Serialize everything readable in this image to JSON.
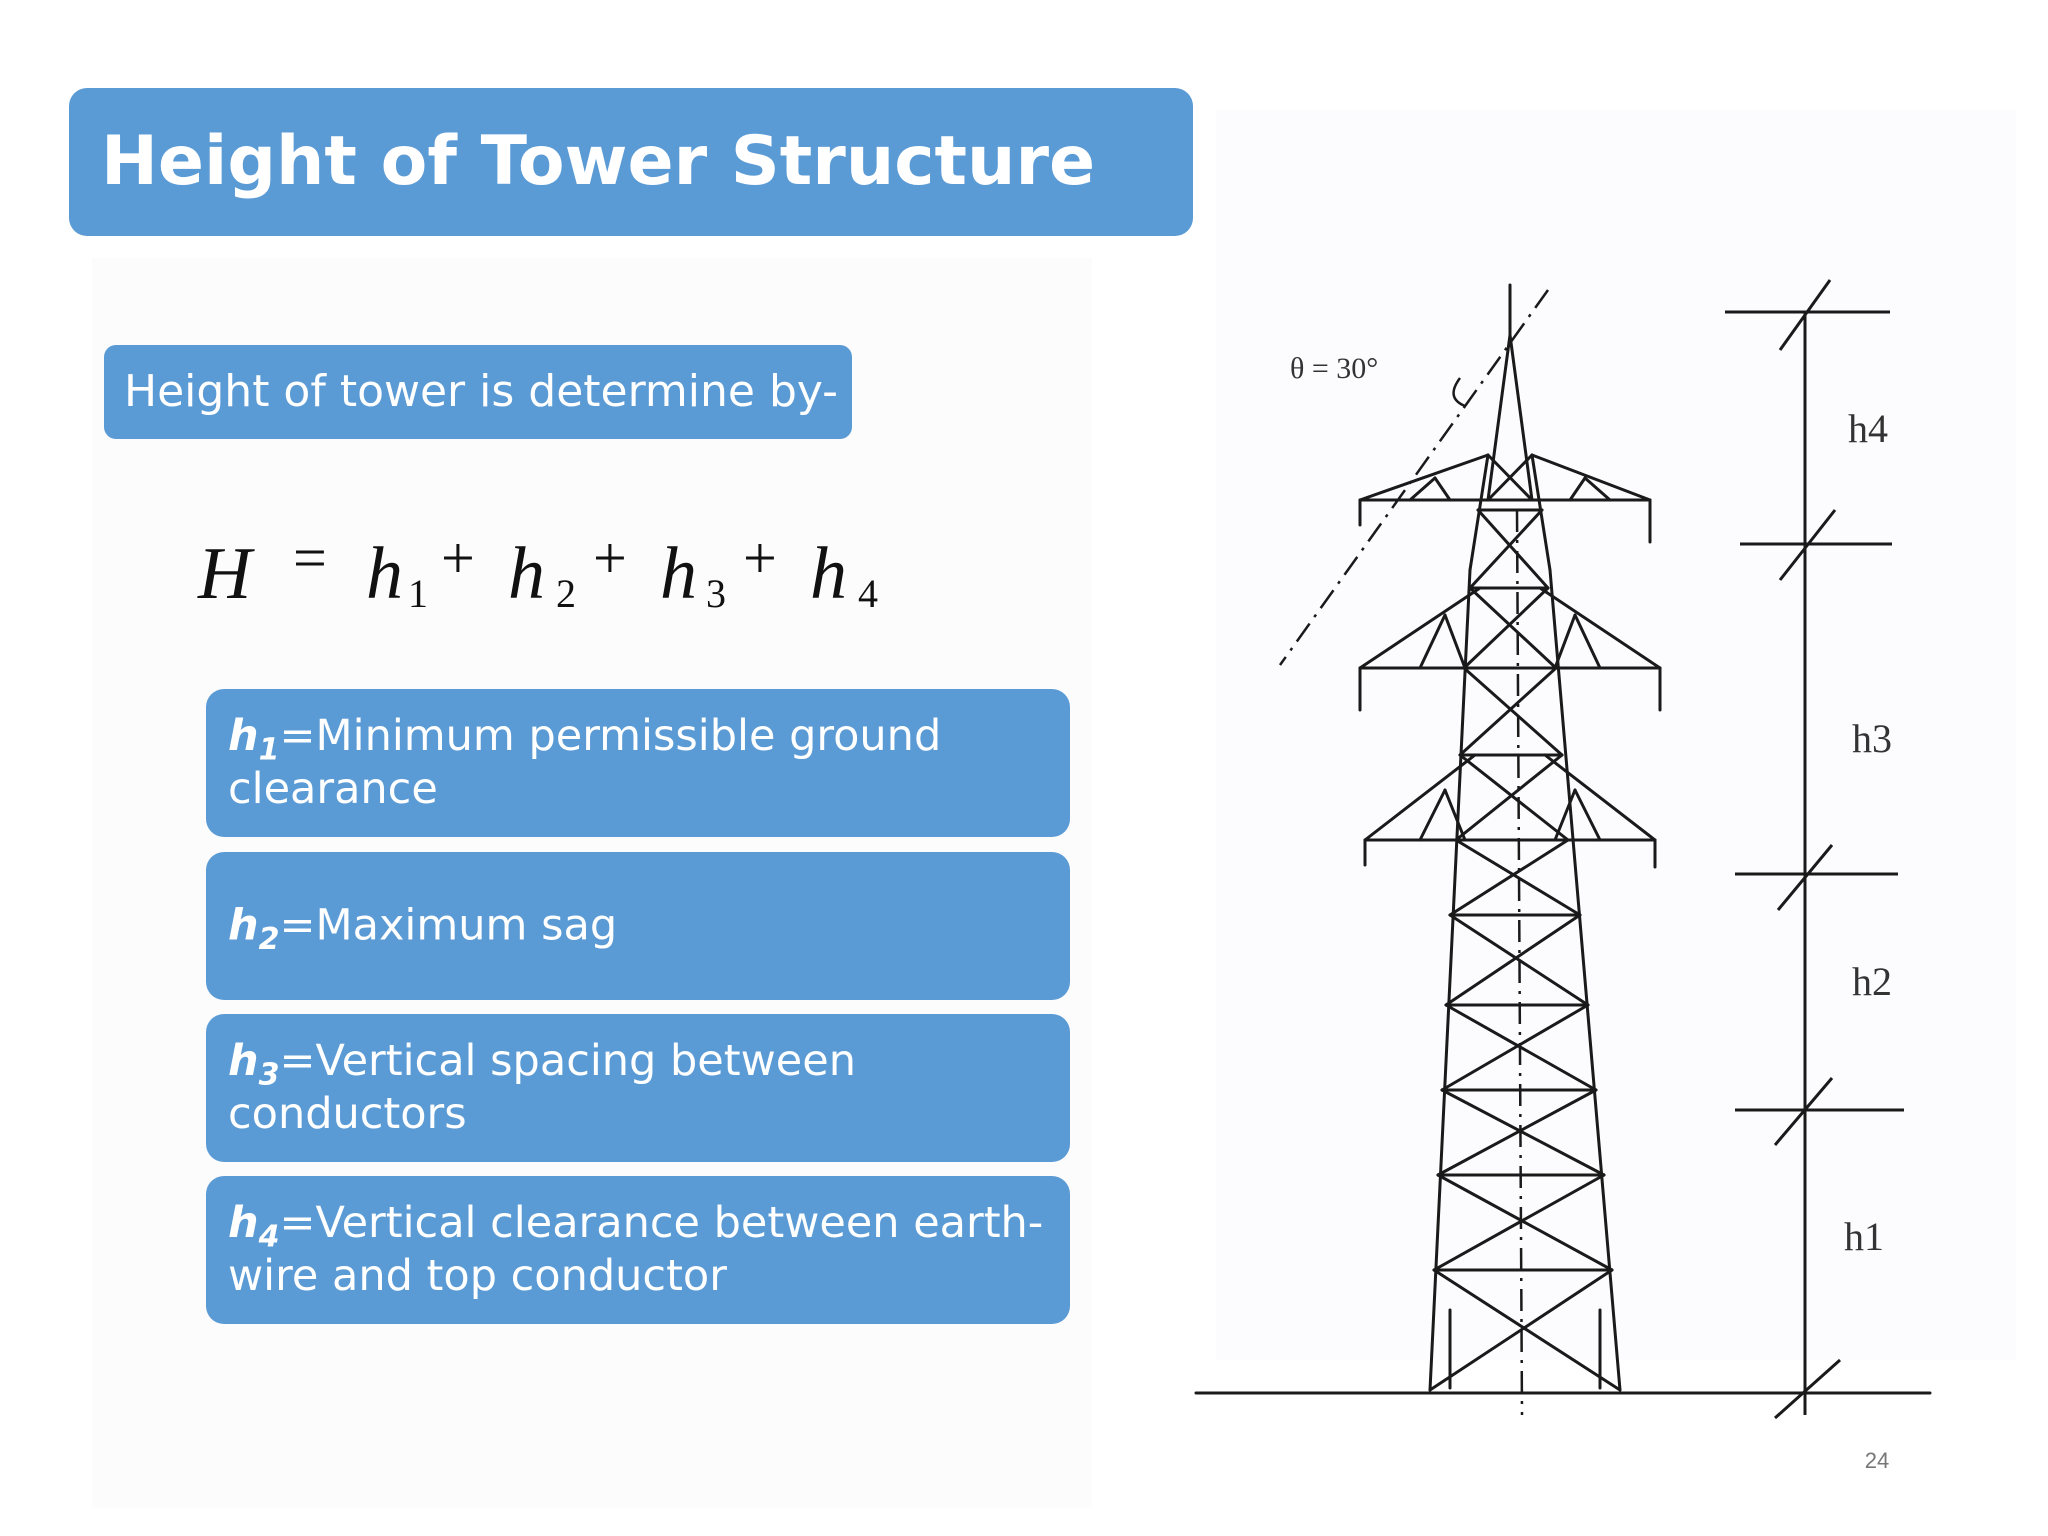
{
  "slide": {
    "title": "Height of Tower Structure",
    "subtitle": "Height of tower is determine by-",
    "page_number": "24"
  },
  "formula": {
    "lhs": "H",
    "equals": "=",
    "plus": "+",
    "terms": [
      {
        "symbol": "h",
        "index": "1"
      },
      {
        "symbol": "h",
        "index": "2"
      },
      {
        "symbol": "h",
        "index": "3"
      },
      {
        "symbol": "h",
        "index": "4"
      }
    ]
  },
  "definitions": [
    {
      "symbol": "h",
      "index": "1",
      "text": "=Minimum permissible ground clearance"
    },
    {
      "symbol": "h",
      "index": "2",
      "text": "=Maximum sag"
    },
    {
      "symbol": "h",
      "index": "3",
      "text": "=Vertical spacing between conductors"
    },
    {
      "symbol": "h",
      "index": "4",
      "text": "=Vertical clearance between earth-wire and   top conductor"
    }
  ],
  "diagram": {
    "angle_label": "θ = 30°",
    "height_labels": {
      "h4": "h4",
      "h3": "h3",
      "h2": "h2",
      "h1": "h1"
    }
  }
}
